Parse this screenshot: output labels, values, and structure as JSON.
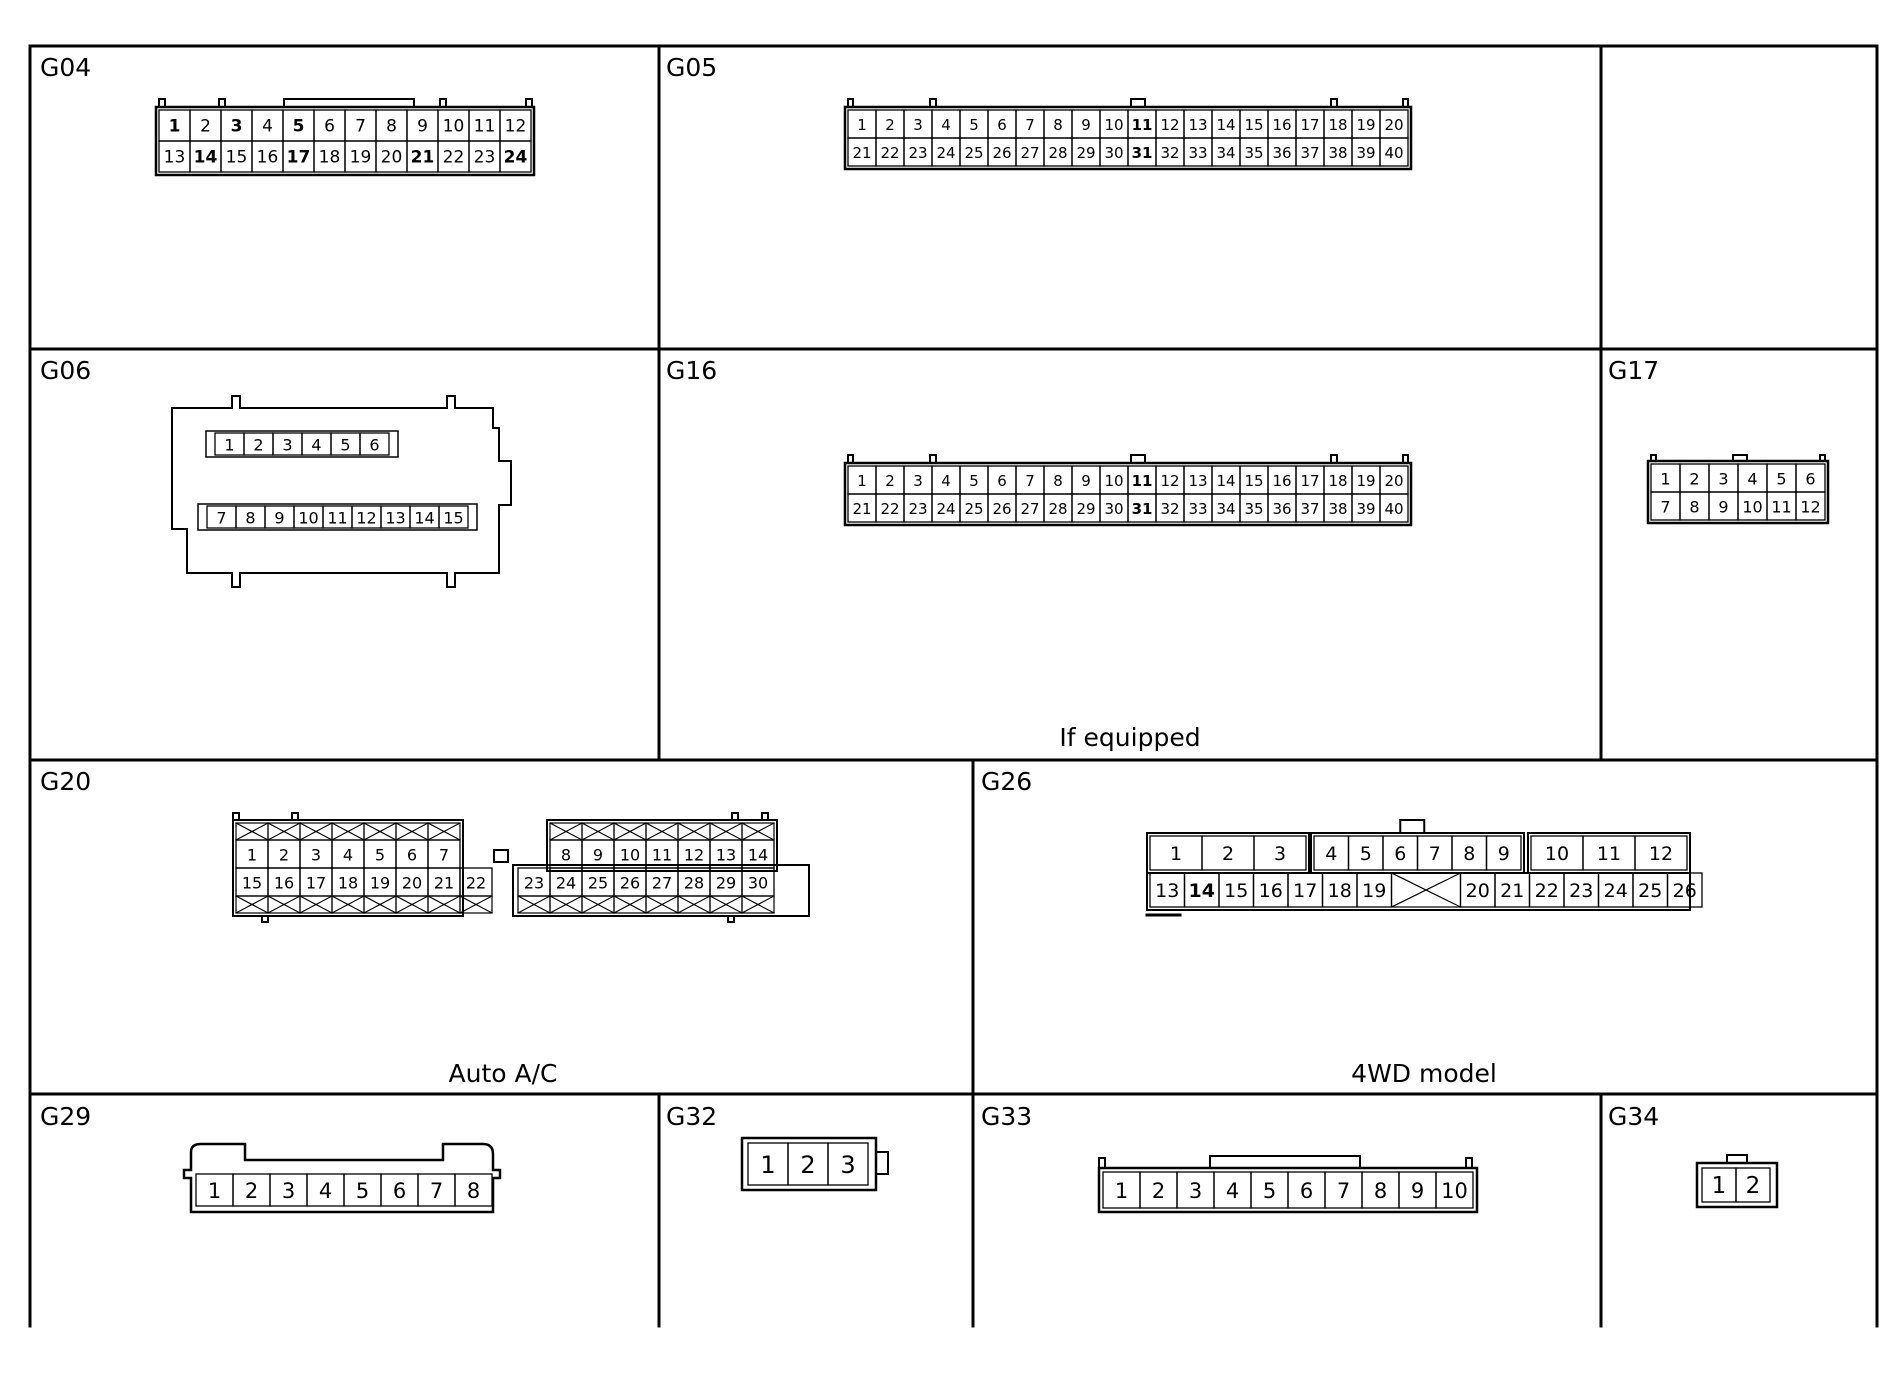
{
  "panels": [
    {
      "id": "G04",
      "pins": [
        [
          "1",
          "2",
          "3",
          "4",
          "5",
          "6",
          "7",
          "8",
          "9",
          "10",
          "11",
          "12"
        ],
        [
          "13",
          "14",
          "15",
          "16",
          "17",
          "18",
          "19",
          "20",
          "21",
          "22",
          "23",
          "24"
        ]
      ]
    },
    {
      "id": "G05",
      "pins": [
        [
          "1",
          "2",
          "3",
          "4",
          "5",
          "6",
          "7",
          "8",
          "9",
          "10",
          "11",
          "12",
          "13",
          "14",
          "15",
          "16",
          "17",
          "18",
          "19",
          "20"
        ],
        [
          "21",
          "22",
          "23",
          "24",
          "25",
          "26",
          "27",
          "28",
          "29",
          "30",
          "31",
          "32",
          "33",
          "34",
          "35",
          "36",
          "37",
          "38",
          "39",
          "40"
        ]
      ]
    },
    {
      "id": "G06",
      "pins": [
        [
          "1",
          "2",
          "3",
          "4",
          "5",
          "6"
        ],
        [
          "7",
          "8",
          "9",
          "10",
          "11",
          "12",
          "13",
          "14",
          "15"
        ]
      ]
    },
    {
      "id": "G16",
      "caption": "If equipped",
      "pins": [
        [
          "1",
          "2",
          "3",
          "4",
          "5",
          "6",
          "7",
          "8",
          "9",
          "10",
          "11",
          "12",
          "13",
          "14",
          "15",
          "16",
          "17",
          "18",
          "19",
          "20"
        ],
        [
          "21",
          "22",
          "23",
          "24",
          "25",
          "26",
          "27",
          "28",
          "29",
          "30",
          "31",
          "32",
          "33",
          "34",
          "35",
          "36",
          "37",
          "38",
          "39",
          "40"
        ]
      ]
    },
    {
      "id": "G17",
      "pins": [
        [
          "1",
          "2",
          "3",
          "4",
          "5",
          "6"
        ],
        [
          "7",
          "8",
          "9",
          "10",
          "11",
          "12"
        ]
      ]
    },
    {
      "id": "G20",
      "caption": "Auto A/C",
      "pins": [
        [
          "1",
          "2",
          "3",
          "4",
          "5",
          "6",
          "7",
          "8",
          "9",
          "10",
          "11",
          "12",
          "13",
          "14"
        ],
        [
          "15",
          "16",
          "17",
          "18",
          "19",
          "20",
          "21",
          "22",
          "23",
          "24",
          "25",
          "26",
          "27",
          "28",
          "29",
          "30"
        ]
      ]
    },
    {
      "id": "G26",
      "caption": "4WD model",
      "pins": [
        [
          "1",
          "2",
          "3",
          "4",
          "5",
          "6",
          "7",
          "8",
          "9",
          "10",
          "11",
          "12"
        ],
        [
          "13",
          "14",
          "15",
          "16",
          "17",
          "18",
          "19",
          "20",
          "21",
          "22",
          "23",
          "24",
          "25",
          "26"
        ]
      ]
    },
    {
      "id": "G29",
      "pins": [
        [
          "1",
          "2",
          "3",
          "4",
          "5",
          "6",
          "7",
          "8"
        ]
      ]
    },
    {
      "id": "G32",
      "pins": [
        [
          "1",
          "2",
          "3"
        ]
      ]
    },
    {
      "id": "G33",
      "pins": [
        [
          "1",
          "2",
          "3",
          "4",
          "5",
          "6",
          "7",
          "8",
          "9",
          "10"
        ]
      ]
    },
    {
      "id": "G34",
      "pins": [
        [
          "1",
          "2"
        ]
      ]
    }
  ]
}
